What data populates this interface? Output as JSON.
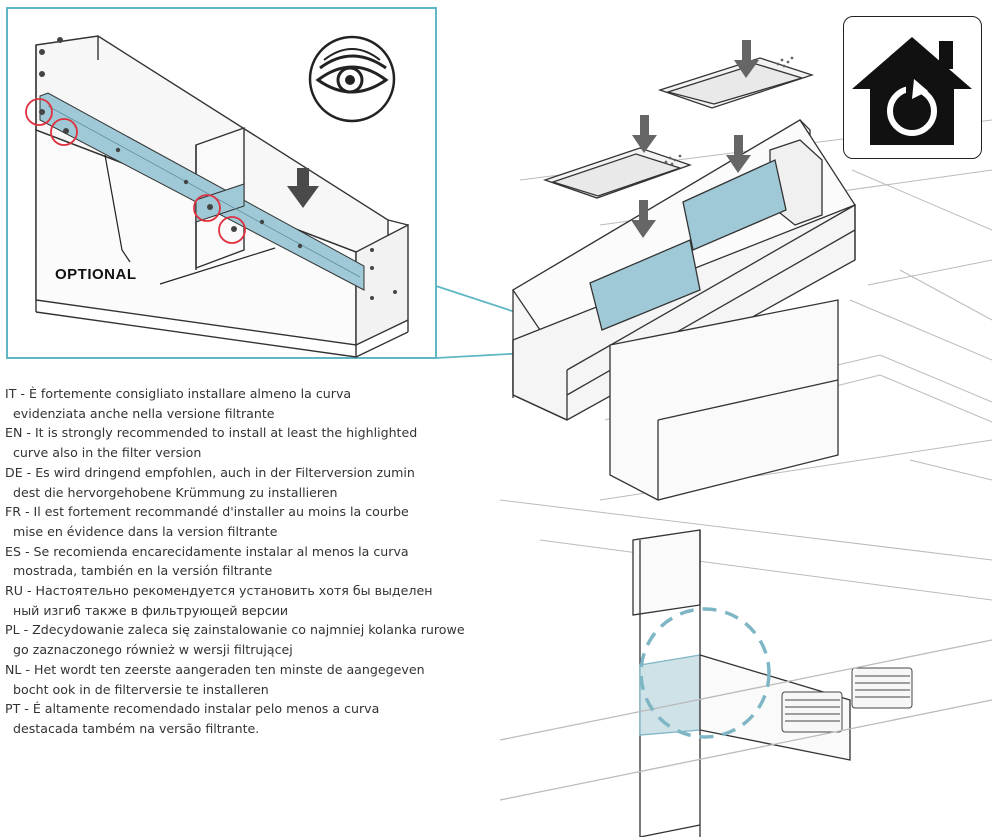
{
  "callout": {
    "label": "OPTIONAL"
  },
  "icons": {
    "eye": "eye-icon",
    "home_recirculation": "home-recirculation-icon"
  },
  "colors": {
    "highlight_panel": "#9fc9d6",
    "frame_border": "#5fb7c4",
    "marker_red": "#e0313f",
    "dashed_circle": "#7fb6c5",
    "line_art": "#333333"
  },
  "notes": [
    {
      "code": "IT -",
      "line1": "È fortemente consigliato installare almeno la curva",
      "line2": "evidenziata anche nella versione filtrante"
    },
    {
      "code": "EN -",
      "line1": "It is strongly recommended to install at least the highlighted",
      "line2": "curve also in the filter version"
    },
    {
      "code": "DE -",
      "line1": "Es wird dringend empfohlen, auch in der Filterversion zumin",
      "line2": "dest die hervorgehobene Krümmung zu installieren"
    },
    {
      "code": "FR -",
      "line1": "Il est fortement recommandé d'installer au moins la courbe",
      "line2": "mise en évidence dans la version filtrante"
    },
    {
      "code": "ES -",
      "line1": "Se recomienda encarecidamente instalar al menos la curva",
      "line2": "mostrada, también en la versión filtrante"
    },
    {
      "code": "RU -",
      "line1": "Настоятельно рекомендуется установить хотя бы выделен",
      "line2": "ный изгиб также в фильтрующей версии"
    },
    {
      "code": "PL -",
      "line1": "Zdecydowanie zaleca się zainstalowanie co najmniej kolanka rurowe",
      "line2": "go zaznaczonego również w wersji filtrującej"
    },
    {
      "code": "NL -",
      "line1": "Het wordt ten zeerste aangeraden ten minste de aangegeven",
      "line2": "bocht ook in de filterversie te installeren"
    },
    {
      "code": "PT -",
      "line1": "É altamente recomendado instalar pelo menos a curva",
      "line2": "destacada também na versão filtrante."
    }
  ]
}
